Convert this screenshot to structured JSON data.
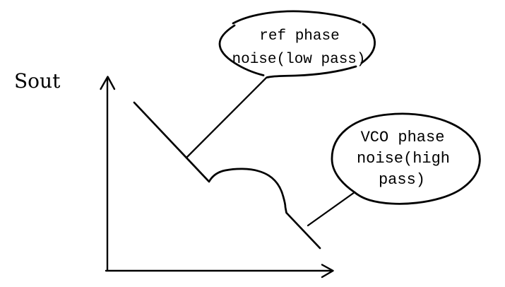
{
  "figure": {
    "background_color": "#ffffff",
    "ink_color": "#000000",
    "y_axis_label": "Sout"
  },
  "callouts": {
    "ref": {
      "lines": [
        "ref phase",
        "noise(low pass)"
      ],
      "full_text": "ref phase noise(low pass)",
      "points_to": "upper descending segment of curve"
    },
    "vco": {
      "lines": [
        "VCO phase",
        "noise(high",
        "pass)"
      ],
      "full_text": "VCO phase noise(high pass)",
      "points_to": "lower descending segment of curve"
    }
  }
}
